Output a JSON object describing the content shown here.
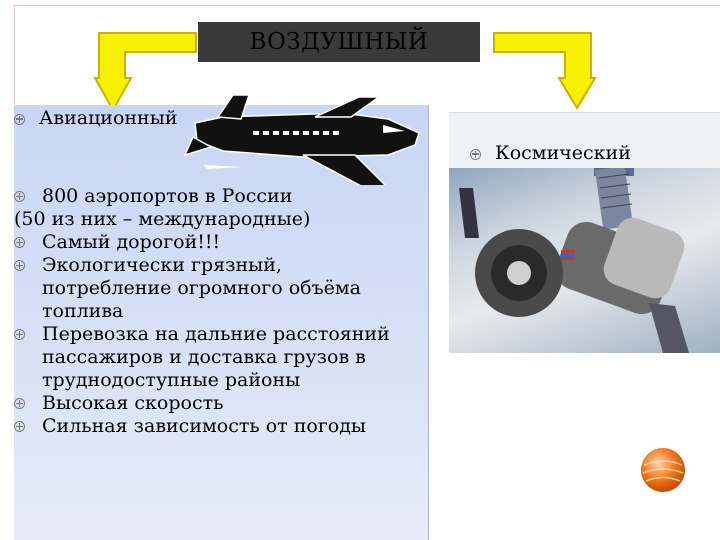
{
  "title": "ВОЗДУШНЫЙ",
  "left": {
    "heading": "Авиационный",
    "bullets": [
      "800 аэропортов в России",
      "(50 из них – международные)",
      "Самый дорогой!!!",
      "Экологически грязный,",
      "потребление огромного объёма",
      "топлива",
      "Перевозка на дальние расстояний",
      "пассажиров и доставка грузов в",
      "труднодоступные районы",
      "Высокая скорость",
      "Сильная зависимость от погоды"
    ]
  },
  "right": {
    "heading": "Космический"
  },
  "colors": {
    "arrow_fill": "#f7f000",
    "arrow_stroke": "#c9b200",
    "panel": "#cdd9f5",
    "orb": "#f47a1f"
  }
}
